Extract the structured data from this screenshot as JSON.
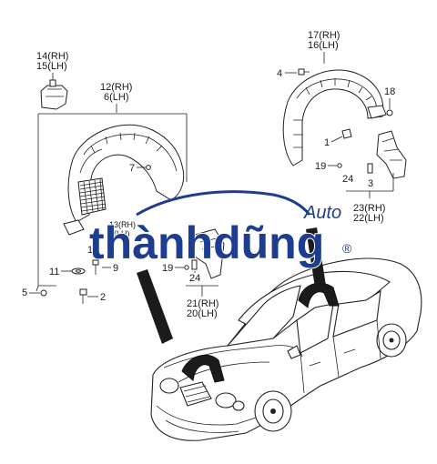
{
  "callouts": {
    "c14_15": {
      "top": "14(RH)",
      "bottom": "15(LH)"
    },
    "c12_6": {
      "top": "12(RH)",
      "bottom": "6(LH)"
    },
    "c7": "7",
    "c13_8": {
      "top": "13(RH)",
      "bottom": "8(LH)"
    },
    "c10": "10",
    "c11": "11",
    "c9": "9",
    "c5": "5",
    "c2": "2",
    "c19_left": "19",
    "c24_left": "24",
    "c21_20": {
      "top": "21(RH)",
      "bottom": "20(LH)"
    },
    "c17_16": {
      "top": "17(RH)",
      "bottom": "16(LH)"
    },
    "c4": "4",
    "c18": "18",
    "c1": "1",
    "c19_right": "19",
    "c24_right": "24",
    "c3": "3",
    "c23_22": {
      "top": "23(RH)",
      "bottom": "22(LH)"
    }
  },
  "watermark": {
    "brand": "thànhdũng",
    "sub": "Auto",
    "reg": "®"
  },
  "colors": {
    "watermark": "#1f3d8f",
    "ink": "#222222"
  }
}
